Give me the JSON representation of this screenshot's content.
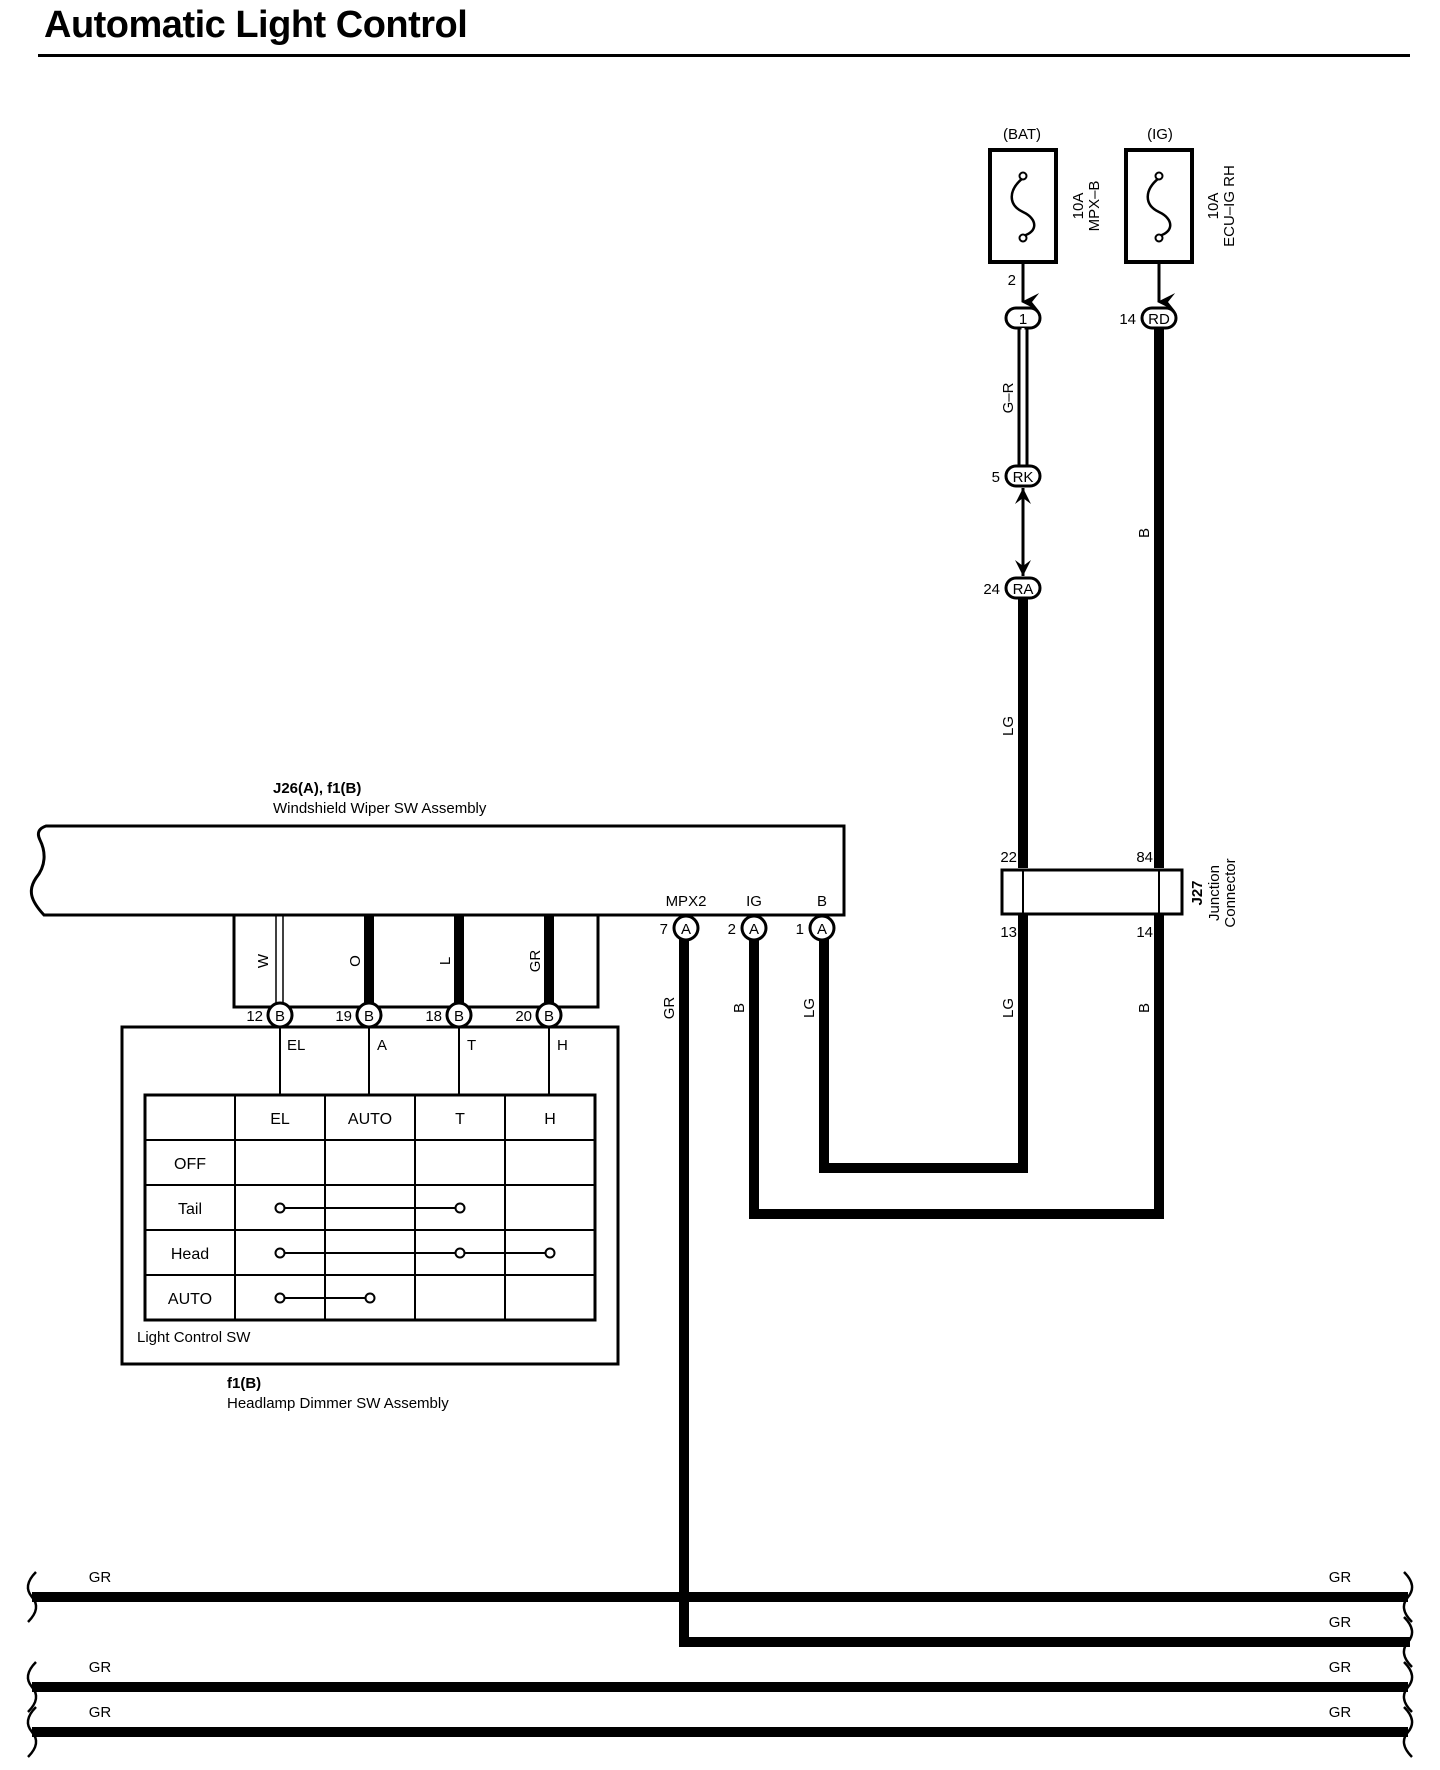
{
  "title": "Automatic Light Control",
  "power": {
    "bat_label": "(BAT)",
    "ig_label": "(IG)",
    "fuse1_rating": "10A",
    "fuse1_name": "MPX–B",
    "fuse2_rating": "10A",
    "fuse2_name": "ECU–IG RH"
  },
  "connectors": {
    "pin_2": "2",
    "c1_code": "1",
    "pin_14": "14",
    "rd_code": "RD",
    "pin_5": "5",
    "rk_code": "RK",
    "pin_24": "24",
    "ra_code": "RA"
  },
  "wires": {
    "g_r": "G–R",
    "b_upper": "B",
    "lg_upper": "LG",
    "lg_lower": "LG",
    "b_lower": "B",
    "gr_mpx2": "GR",
    "b_ig": "B",
    "lg_b": "LG"
  },
  "junction": {
    "id": "J27",
    "line1": "Junction",
    "line2": "Connector",
    "pin_22": "22",
    "pin_84": "84",
    "pin_13": "13",
    "pin_14": "14"
  },
  "wiper_sw": {
    "code": "J26(A), f1(B)",
    "name": "Windshield Wiper SW Assembly",
    "term_mpx2": "MPX2",
    "term_ig": "IG",
    "term_b": "B",
    "pin_7": "7",
    "pin_2": "2",
    "pin_1": "1",
    "conn_a": "A",
    "conn_b": "B",
    "wire_w": "W",
    "wire_o": "O",
    "wire_l": "L",
    "wire_gr": "GR",
    "pin_12": "12",
    "pin_19": "19",
    "pin_18": "18",
    "pin_20": "20"
  },
  "light_sw": {
    "term_el": "EL",
    "term_a": "A",
    "term_t": "T",
    "term_h": "H",
    "columns": [
      "EL",
      "AUTO",
      "T",
      "H"
    ],
    "rows": [
      "OFF",
      "Tail",
      "Head",
      "AUTO"
    ],
    "label": "Light Control SW"
  },
  "dimmer": {
    "code": "f1(B)",
    "name": "Headlamp Dimmer SW Assembly"
  },
  "bus": {
    "l1_left": "GR",
    "l1_right": "GR",
    "l2_right": "GR",
    "l3_left": "GR",
    "l3_right": "GR",
    "l4_left": "GR",
    "l4_right": "GR"
  }
}
